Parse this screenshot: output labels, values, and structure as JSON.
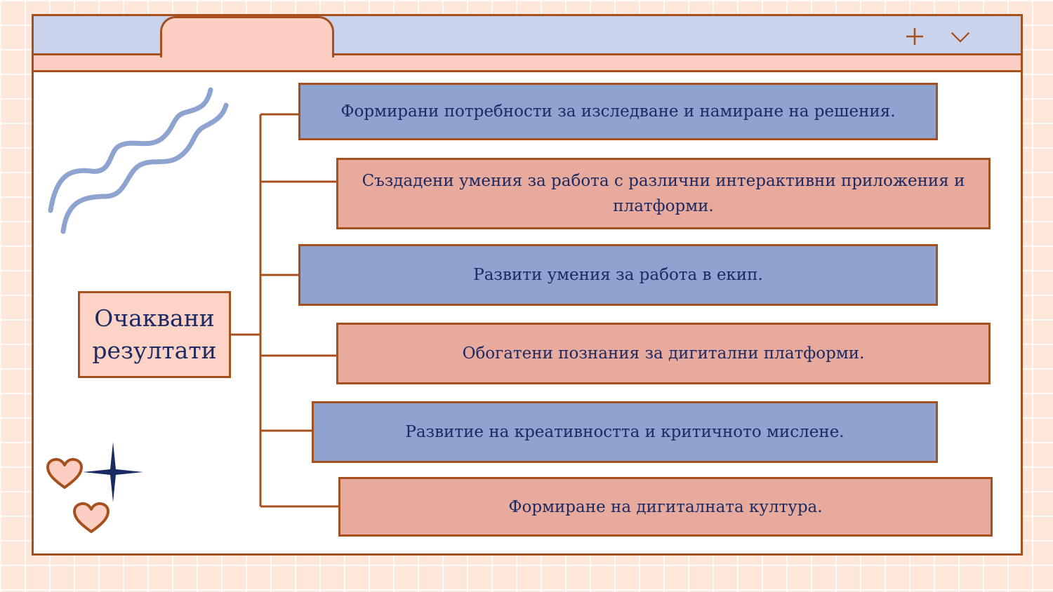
{
  "window": {
    "controls": {
      "plus_icon": "plus-icon",
      "chevron_icon": "chevron-down-icon"
    }
  },
  "colors": {
    "border": "#a6501e",
    "topbar": "#c9d3ec",
    "tab": "#fdcfc2",
    "blue_box": "#8ea3cf",
    "pink_box": "#e8aa9c",
    "text": "#1c2a63",
    "background": "#fde7db"
  },
  "diagram": {
    "center": "Очаквани резултати",
    "items": [
      {
        "text": "Формирани потребности за изследване и намиране на решения.",
        "color": "blue"
      },
      {
        "text": "Създадени умения за работа с различни интерактивни приложения и платформи.",
        "color": "pink"
      },
      {
        "text": "Развити умения за работа в екип.",
        "color": "blue"
      },
      {
        "text": "Обогатени познания за дигитални платформи.",
        "color": "pink"
      },
      {
        "text": "Развитие на креативността и критичното мислене.",
        "color": "blue"
      },
      {
        "text": "Формиране на дигиталната култура.",
        "color": "pink"
      }
    ]
  },
  "decorations": [
    "wavy-lines-icon",
    "heart-icon",
    "heart-icon",
    "sparkle-star-icon"
  ]
}
